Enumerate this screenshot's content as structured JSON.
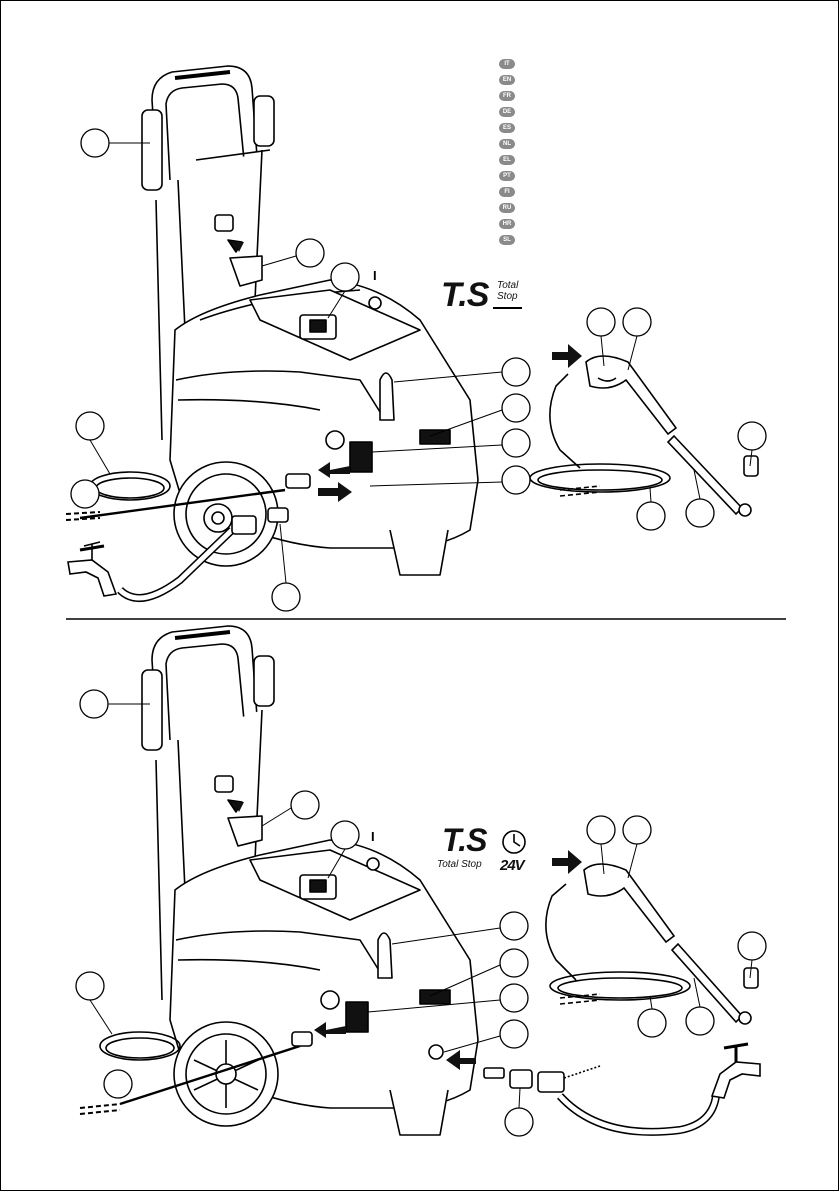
{
  "languages": [
    "IT",
    "EN",
    "FR",
    "DE",
    "ES",
    "NL",
    "EL",
    "PT",
    "FI",
    "RU",
    "HR",
    "SL"
  ],
  "logo_top": {
    "mark": "T.S",
    "line1": "Total",
    "line2": "Stop"
  },
  "logo_bottom": {
    "mark": "T.S",
    "caption": "Total Stop",
    "voltage": "24V"
  },
  "switch_label": "I",
  "icons": [
    "arrow-icon",
    "clock-icon",
    "tap-icon",
    "power-switch-icon"
  ]
}
